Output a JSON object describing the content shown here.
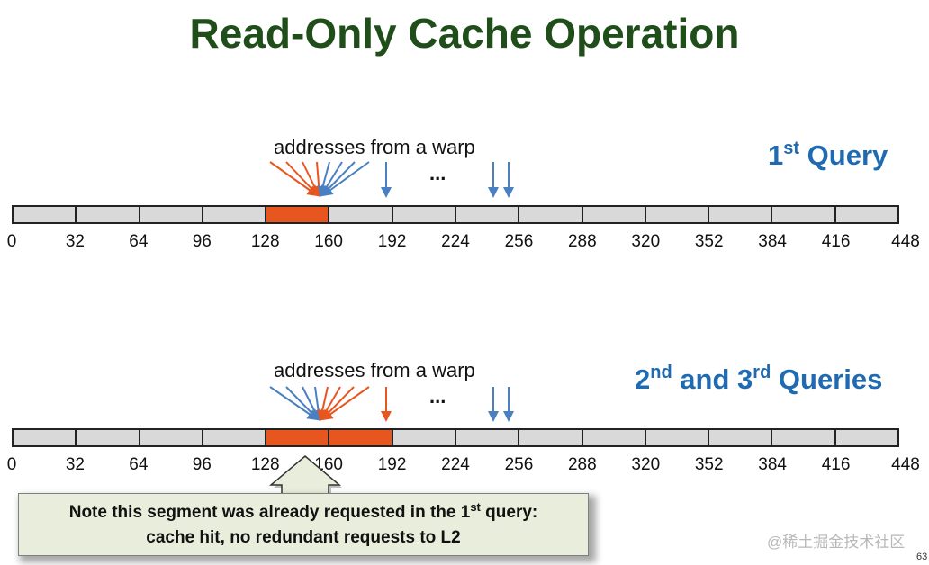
{
  "title": "Read-Only Cache Operation",
  "colors": {
    "title": "#1f4e1a",
    "query_label": "#1f6ab1",
    "highlight_segment": "#e8561f",
    "plain_segment": "#d9d9d9",
    "blue_arrow": "#4a7fc1",
    "orange_arrow": "#e8561f",
    "note_background": "#e8eedb"
  },
  "ticks": [
    "0",
    "32",
    "64",
    "96",
    "128",
    "160",
    "192",
    "224",
    "256",
    "288",
    "320",
    "352",
    "384",
    "416",
    "448"
  ],
  "panels": [
    {
      "warp_label": "addresses from a warp",
      "ellipsis": "...",
      "query_main": "1",
      "query_sup": "st",
      "query_rest": " Query",
      "highlighted_segments": [
        4
      ]
    },
    {
      "warp_label": "addresses from a warp",
      "ellipsis": "...",
      "query_main": "2",
      "query_sup": "nd",
      "query_mid": " and 3",
      "query_sup2": "rd",
      "query_rest": " Queries",
      "highlighted_segments": [
        4,
        5
      ]
    }
  ],
  "note": {
    "line1_pre": "Note this segment was already requested in the 1",
    "line1_sup": "st",
    "line1_post": " query:",
    "line2": "cache hit, no redundant requests to L2"
  },
  "watermark": "@稀土掘金技术社区",
  "slide_number": "63"
}
